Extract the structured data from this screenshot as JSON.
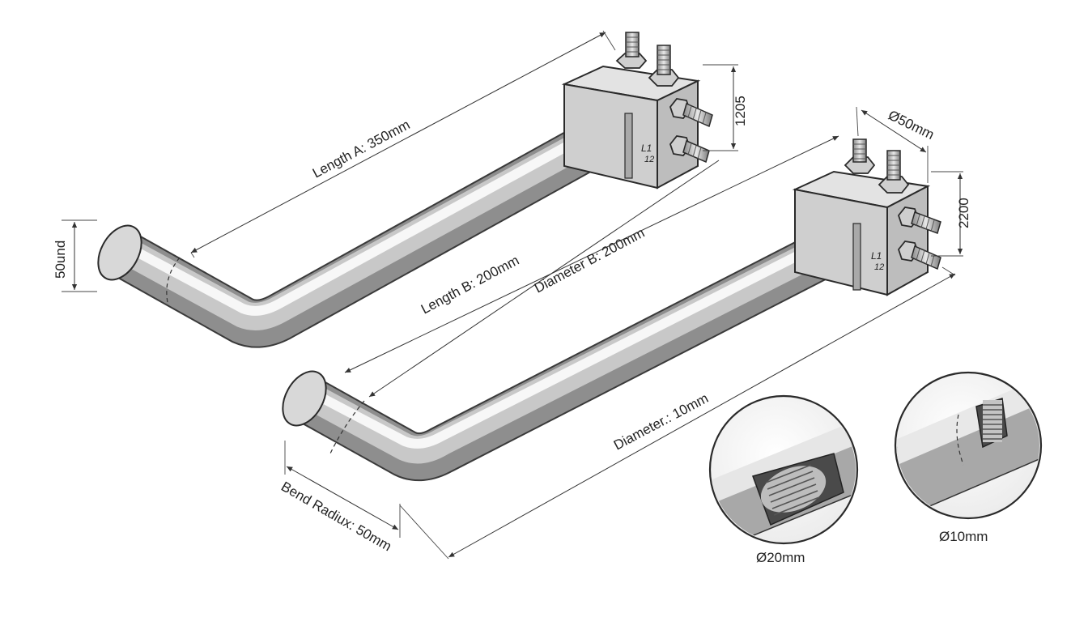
{
  "labels": {
    "length_a": "Length A: 350mm",
    "length_b": "Length B: 200mm",
    "diameter_b": "Diameter B: 200mm",
    "diameter_main": "Diameter.: 10mm",
    "bend_radius": "Bend Radiux: 50mm",
    "left_end": "50und",
    "block1_height": "1205",
    "block2_height": "2200",
    "block2_width": "Ø50mm",
    "detail_left": "Ø20mm",
    "detail_right": "Ø10mm",
    "block_mark_top": "L1",
    "block_mark_bottom": "12"
  },
  "colors": {
    "pipe_light": "#f4f4f4",
    "pipe_mid": "#b9b9b9",
    "pipe_dark": "#6a6a6a",
    "block_top": "#e2e2e2",
    "block_front": "#cfcfcf",
    "block_side": "#bcbcbc",
    "outline": "#2a2a2a",
    "dimension_line": "#333333"
  }
}
